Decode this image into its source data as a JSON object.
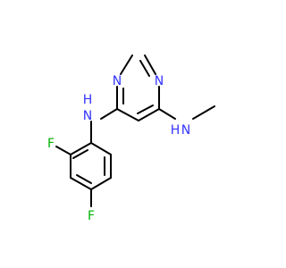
{
  "atoms": {
    "n_ring_1": {
      "text": "N",
      "color": "#3333ff"
    },
    "n_ring_3": {
      "text": "N",
      "color": "#3333ff"
    },
    "nh_left": {
      "text": "N",
      "h_text": "H",
      "color": "#3333ff"
    },
    "nh_right": {
      "text": "N",
      "h_text": "H",
      "color": "#3333ff"
    },
    "f_top": {
      "text": "F",
      "color": "#00b300"
    },
    "f_bottom": {
      "text": "F",
      "color": "#00b300"
    }
  },
  "colors": {
    "bond": "#000000",
    "background": "#ffffff"
  }
}
